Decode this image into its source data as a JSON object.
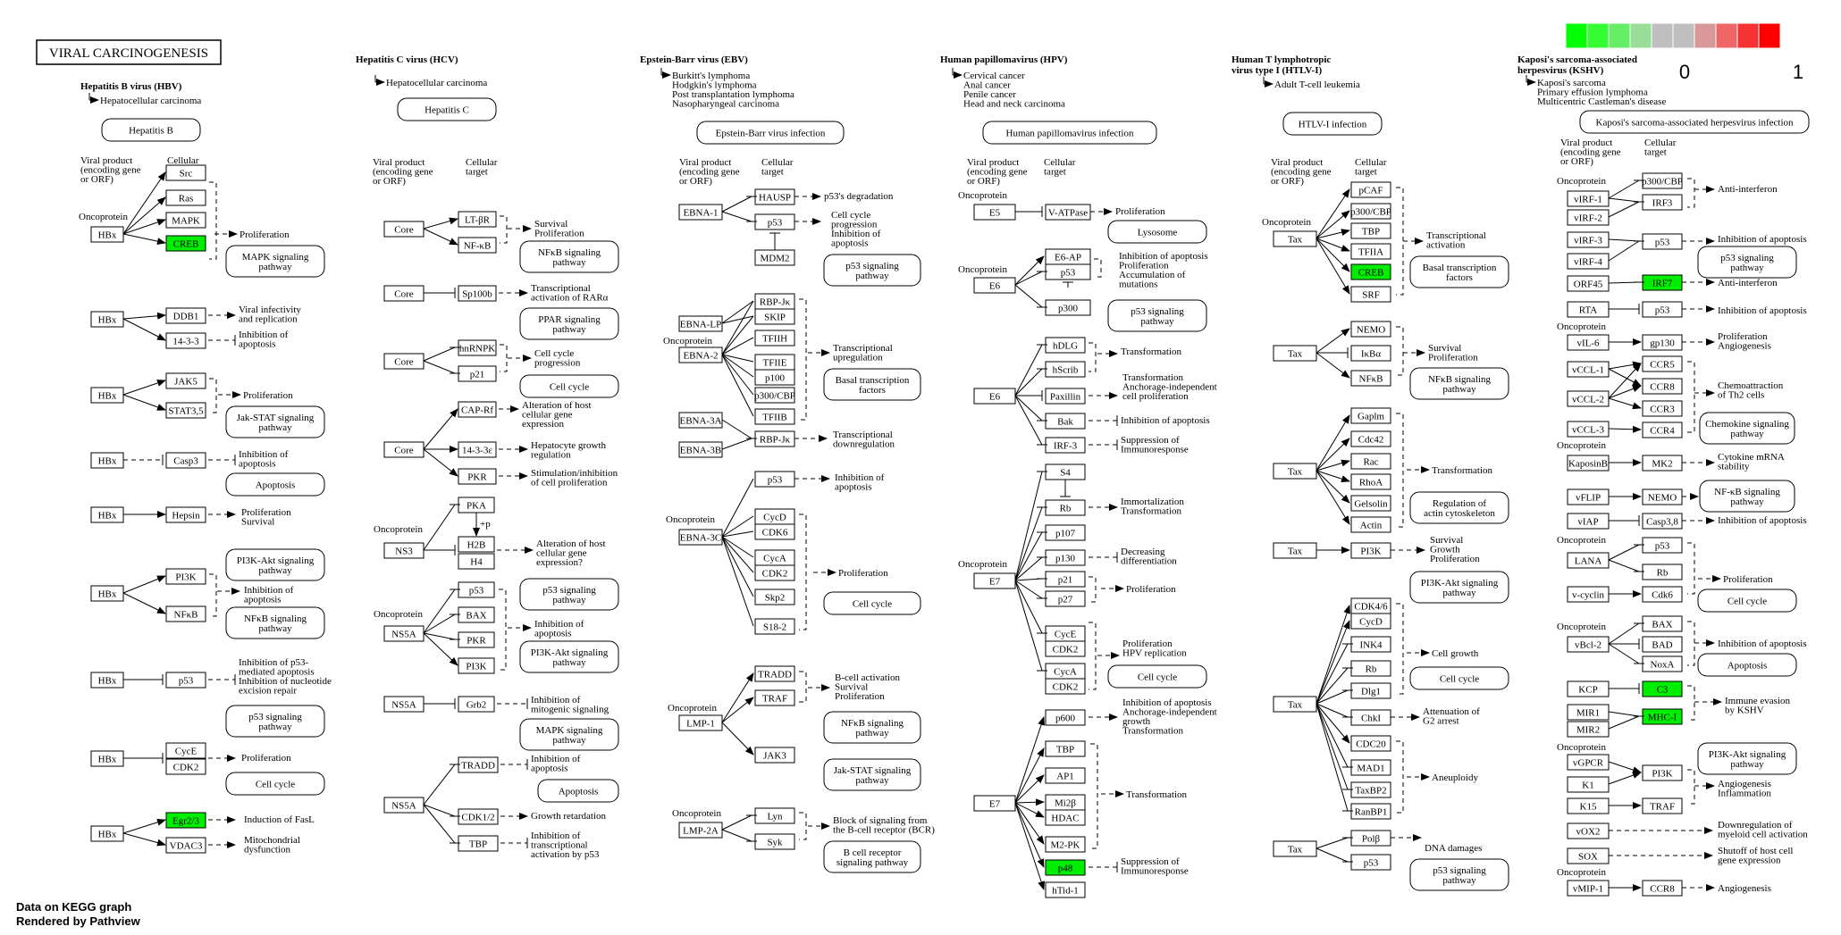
{
  "page_title": "VIRAL CARCINOGENESIS",
  "footer": {
    "line1": "Data on KEGG graph",
    "line2": "Rendered by Pathview"
  },
  "legend": {
    "colors": [
      "#00ff00",
      "#33ff33",
      "#66ee66",
      "#99dd99",
      "#bfbfbf",
      "#bfbfbf",
      "#d99999",
      "#ee6666",
      "#f53333",
      "#ff0000"
    ],
    "low_label": "0",
    "high_label": "1"
  },
  "headers": {
    "viral_product": "Viral product",
    "viral_product_sub1": "(encoding gene",
    "viral_product_sub2": "or ORF)",
    "cellular": "Cellular",
    "target": "target",
    "oncoprotein": "Oncoprotein"
  },
  "highlight_color": "#00ee00",
  "sections": [
    {
      "name": "Hepatitis B virus (HBV)",
      "disease": [
        "Hepatocellular carcinoma"
      ],
      "pathway": "Hepatitis B"
    },
    {
      "name": "Hepatitis C virus (HCV)",
      "disease": [
        "Hepatocellular carcinoma"
      ],
      "pathway": "Hepatitis C"
    },
    {
      "name": "Epstein-Barr virus (EBV)",
      "disease": [
        "Burkitt's lymphoma",
        "Hodgkin's lymphoma",
        "Post transplantation lymphoma",
        "Nasopharyngeal carcinoma"
      ],
      "pathway": "Epstein-Barr virus infection"
    },
    {
      "name": "Human papillomavirus (HPV)",
      "disease": [
        "Cervical cancer",
        "Anal cancer",
        "Penile cancer",
        "Head and neck carcinoma"
      ],
      "pathway": "Human papillomavirus infection"
    },
    {
      "name": "Human T lymphotropic virus type I (HTLV-I)",
      "disease": [
        "Adult T-cell leukemia"
      ],
      "pathway": "HTLV-I infection"
    },
    {
      "name": "Kaposi's sarcoma-associated herpesvirus (KSHV)",
      "disease": [
        "Kaposi's sarcoma",
        "Primary effusion lymphoma",
        "Multicentric Castleman's disease"
      ],
      "pathway": "Kaposi's sarcoma-associated herpesvirus infection"
    }
  ],
  "viral_products": [
    "HBx",
    "Core",
    "NS3",
    "NS5A",
    "EBNA-1",
    "EBNA-LP",
    "EBNA-2",
    "EBNA-3A",
    "EBNA-3B",
    "EBNA-3C",
    "LMP-1",
    "LMP-2A",
    "E5",
    "E6",
    "E7",
    "Tax",
    "vIRF-1",
    "vIRF-2",
    "vIRF-3",
    "vIRF-4",
    "ORF45",
    "RTA",
    "vIL-6",
    "vCCL-1",
    "vCCL-2",
    "vCCL-3",
    "KaposinB",
    "vFLIP",
    "vIAP",
    "LANA",
    "v-cyclin",
    "vBcl-2",
    "KCP",
    "MIR1",
    "MIR2",
    "vGPCR",
    "K1",
    "K15",
    "vOX2",
    "SOX",
    "vMIP-1"
  ],
  "genes": [
    "Src",
    "Ras",
    "MAPK",
    "CREB",
    "DDB1",
    "14-3-3",
    "JAK5",
    "STAT3,5",
    "Casp3",
    "Hepsin",
    "PI3K",
    "NFκB",
    "p53",
    "CycE",
    "CDK2",
    "Egr2/3",
    "VDAC3",
    "LT-βR",
    "NF-κB",
    "Sp100b",
    "hnRNPK",
    "p21",
    "CAP-Rf",
    "14-3-3ε",
    "PKR",
    "PKA",
    "H2B",
    "H4",
    "BAX",
    "Grb2",
    "TRADD",
    "CDK1/2",
    "TBP",
    "HAUSP",
    "MDM2",
    "RBP-Jκ",
    "SKIP",
    "TFIIH",
    "TFIIE",
    "p100",
    "p300/CBP",
    "TFIIB",
    "CycD",
    "CDK6",
    "CycA",
    "Skp2",
    "S18-2",
    "TRAF",
    "JAK3",
    "Lyn",
    "Syk",
    "V-ATPase",
    "E6-AP",
    "p300",
    "hDLG",
    "hScrib",
    "Paxillin",
    "Bak",
    "IRF-3",
    "S4",
    "Rb",
    "p107",
    "p130",
    "p27",
    "p600",
    "AP1",
    "Mi2β",
    "HDAC",
    "M2-PK",
    "p48",
    "hTid-1",
    "pCAF",
    "TFIIA",
    "SRF",
    "NEMO",
    "IκBα",
    "Gaplm",
    "Cdc42",
    "Rac",
    "RhoA",
    "Gelsolin",
    "Actin",
    "CDK4/6",
    "INK4",
    "Dlg1",
    "ChkI",
    "CDC20",
    "MAD1",
    "TaxBP2",
    "RanBP1",
    "Polβ",
    "IRF3",
    "IRF7",
    "gp130",
    "CCR5",
    "CCR8",
    "CCR3",
    "CCR4",
    "MK2",
    "Casp3,8",
    "Cdk6",
    "BAD",
    "NoxA",
    "C3",
    "MHC-I"
  ],
  "pathways": [
    "MAPK signaling pathway",
    "Jak-STAT signaling pathway",
    "Apoptosis",
    "PI3K-Akt signaling pathway",
    "NFκB signaling pathway",
    "p53 signaling pathway",
    "Cell cycle",
    "PPAR signaling pathway",
    "Basal transcription factors",
    "B cell receptor signaling pathway",
    "Lysosome",
    "Regulation of actin cytoskeleton",
    "Chemokine signaling pathway",
    "NF-κB signaling pathway"
  ],
  "outcomes": [
    "Proliferation",
    "Viral infectivity and replication",
    "Inhibition of apoptosis",
    "Proliferation Survival",
    "Inhibition of p53-mediated apoptosis Inhibition of nucleotide excision repair",
    "Induction of FasL",
    "Mitochondrial dysfunction",
    "Survival Proliferation",
    "Transcriptional activation of RARα",
    "Cell cycle progression",
    "Alteration of host cellular gene expression",
    "Hepatocyte growth regulation",
    "Stimulation/inhibition of cell proliferation",
    "Alteration of host cellular gene expression?",
    "Inhibition of mitogenic signaling",
    "Growth retardation",
    "Inhibition of transcriptional activation by p53",
    "p53's degradation",
    "Cell cycle progression Inhibition of apoptosis",
    "Transcriptional upregulation",
    "Transcriptional downregulation",
    "B-cell activation Survival Proliferation",
    "Block of signaling from the B-cell receptor (BCR)",
    "Accumulation of mutations",
    "Transformation",
    "Transformation Anchorage-independent cell proliferation",
    "Suppression of Immunoresponse",
    "Immortalization Transformation",
    "Decreasing differentiation",
    "Proliferation HPV replication",
    "Inhibition of apoptosis Anchorage-independent growth Transformation",
    "Transcriptional activation",
    "Survival Growth Proliferation",
    "Cell growth",
    "Attenuation of G2 arrest",
    "Aneuploidy",
    "DNA damages",
    "Anti-interferon",
    "Proliferation Angiogenesis",
    "Chemoattraction of Th2 cells",
    "Cytokine mRNA stability",
    "Immune evasion by KSHV",
    "Angiogenesis Inflammation",
    "Downregulation of myeloid cell activation",
    "Shutoff of host cell gene expression",
    "Angiogenesis"
  ]
}
